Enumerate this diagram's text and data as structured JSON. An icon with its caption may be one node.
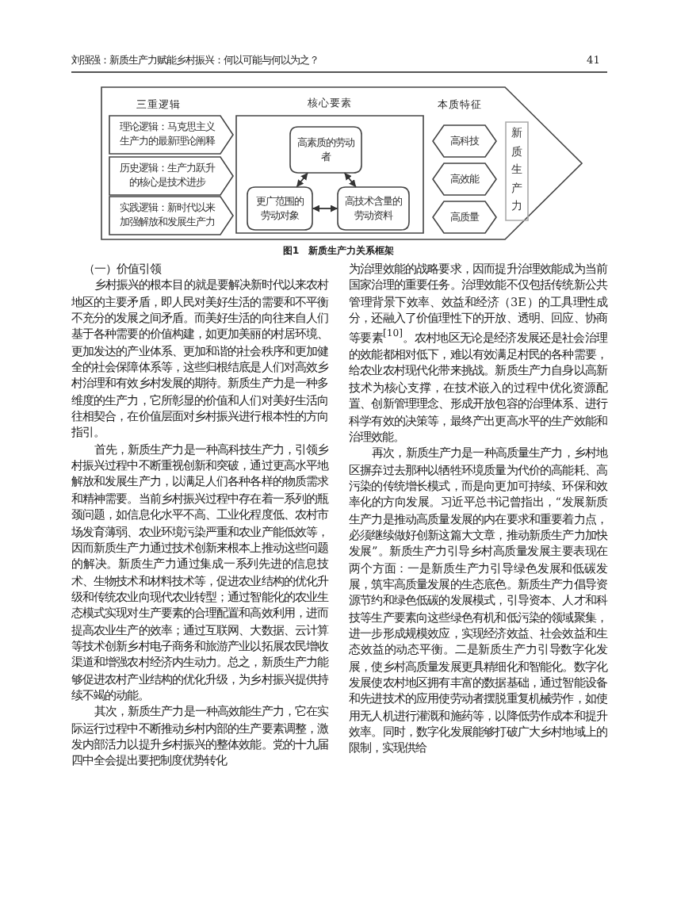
{
  "diagram": {
    "caption": "图1　新质生产力关系框架",
    "nodes": [
      {
        "text": [],
        "shape": "arrow"
      },
      {
        "text": [
          "理论逻辑：马克思主义生产力的最新理论阐释"
        ],
        "in": 0
      },
      {
        "text": [
          "历史逻辑：生产力跃升的核心是技术进步"
        ],
        "in": 0
      },
      {
        "text": [
          "实践逻辑：新时代以来加强解放和发展生产力"
        ],
        "in": 0
      },
      {
        "text": [
          "核心要素"
        ],
        "in": 0
      },
      {
        "text": [
          "高素质的劳动者"
        ],
        "in": 4
      },
      {
        "text": [
          "更广范围的劳动对象"
        ],
        "in": 4
      },
      {
        "text": [
          "高技术含量的劳动资料"
        ],
        "in": 4
      },
      {
        "text": [
          "高科技"
        ],
        "in": 0
      },
      {
        "text": [
          "高效能"
        ],
        "in": 0
      },
      {
        "text": [
          "高质量"
        ],
        "in": 0
      },
      {
        "text": [
          "新质生产力"
        ],
        "in": 0
      }
    ],
    "edges": [
      {
        "from": 5,
        "to": 6,
        "arrow": "both"
      },
      {
        "from": 5,
        "to": 7,
        "arrow": "both"
      },
      {
        "from": 6,
        "to": 7,
        "arrow": "both"
      }
    ],
    "labels": [
      "刘强强：新质生产力赋能乡村振兴：何以可能与何以为之？",
      "41",
      "三重逻辑",
      "本质特征",
      "（一）价值引领",
      "乡村振兴的根本目的就是要解决新时代以来农村地区的主要矛盾，即人民对美好生活的需要和不平衡不充分的发展之间矛盾。而美好生活的向往来自人们基于各种需要的价值构建，如更加美丽的村居环境、更加发达的产业体系、更加和谐的社会秩序和更加健全的社会保障体系等，这些归根结底是人们对高效乡村治理和有效乡村发展的期待。新质生产力是一种多维度的生产力，它所彰显的价值和人们对美好生活向往相契合，在价值层面对乡村振兴进行根本性的方向指引。",
      "首先，新质生产力是一种高科技生产力，引领乡村振兴过程中不断重视创新和突破，通过更高水平地解放和发展生产力，以满足人们各种各样的物质需求和精神需要。当前乡村振兴过程中存在着一系列的瓶颈问题，如信息化水平不高、工业化程度低、农村市场发育薄弱、农业环境污染严重和农业产能低效等，因而新质生产力通过技术创新来根本上推动这些问题的解决。新质生产力通过集成一系列先进的信息技术、生物技术和材料技术等，促进农业结构的优化升级和传统农业向现代农业转型；通过智能化的农业生态模式实现对生产要素的合理配置和高效利用，进而提高农业生产的效率；通过互联网、大数据、云计算等技术创新乡村电子商务和旅游产业以拓展农民增收渠道和增强农村经济内生动力。总之，新质生产力能够促进农村产业结构的优化升级，为乡村振兴提供持续不竭的动能。",
      "其次，新质生产力是一种高效能生产力，它在实际运行过程中不断推动乡村内部的生产要素调整，激发内部活力以提升乡村振兴的整体效能。党的十九届四中全会提出要把制度优势转化",
      "为治理效能的战略要求，因而提升治理效能成为当前国家治理的重要任务。治理效能不仅包括传统新公共管理背景下效率、效益和经济（3E）的工具理性成分，还融入了价值理性下的开放、透明、回应、协商等要素$^{[10]}$。农村地区无论是经济发展还是社会治理的效能都相对低下，难以有效满足村民的各种需要，给农业农村现代化带来挑战。新质生产力自身以高新技术为核心支撑，在技术嵌入的过程中优化资源配置、创新管理理念、形成开放包容的治理体系、进行科学有效的决策等，最终产出更高水平的生产效能和治理效能。",
      "再次，新质生产力是一种高质量生产力，乡村地区摒弃过去那种以牺牲环境质量为代价的高能耗、高污染的传统增长模式，而是向更加可持续、环保和效率化的方向发展。习近平总书记曾指出，“发展新质生产力是推动高质量发展的内在要求和重要着力点，必须继续做好创新这篇大文章，推动新质生产力加快发展”。新质生产力引导乡村高质量发展主要表现在两个方面：一是新质生产力引导绿色发展和低碳发展，筑牢高质量发展的生态底色。新质生产力倡导资源节约和绿色低碳的发展模式，引导资本、人才和科技等生产要素向这些绿色有机和低污染的领域聚集，进一步形成规模效应，实现经济效益、社会效益和生态效益的动态平衡。二是新质生产力引导数字化发展，使乡村高质量发展更具精细化和智能化。数字化发展使农村地区拥有丰富的数据基础，通过智能设备和先进技术的应用使劳动者摆脱重复机械劳作，如使用无人机进行灌溉和施药等，以降低劳作成本和提升效率。同时，数字化发展能够打破广大乡村地域上的限制，实现供给"
    ]
  }
}
